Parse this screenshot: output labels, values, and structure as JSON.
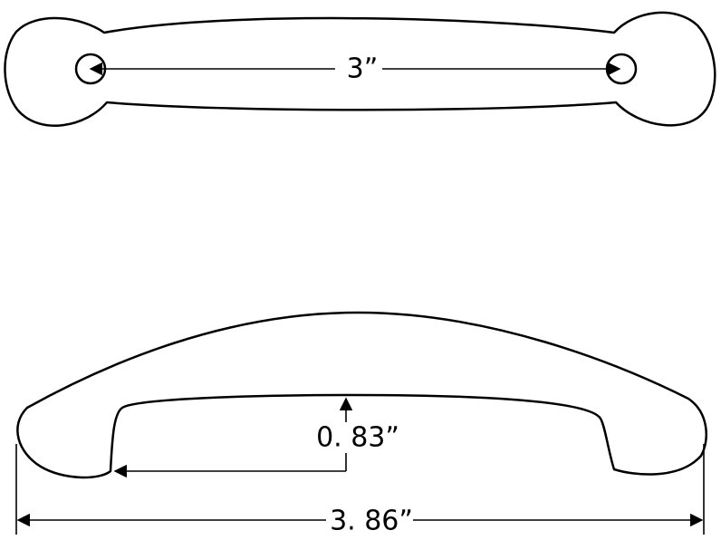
{
  "diagram": {
    "top_view": {
      "hole_spacing_label": "3”"
    },
    "side_view": {
      "height_label": "0. 83”",
      "overall_length_label": "3. 86”"
    },
    "colors": {
      "stroke": "#000000",
      "background": "#ffffff"
    }
  }
}
